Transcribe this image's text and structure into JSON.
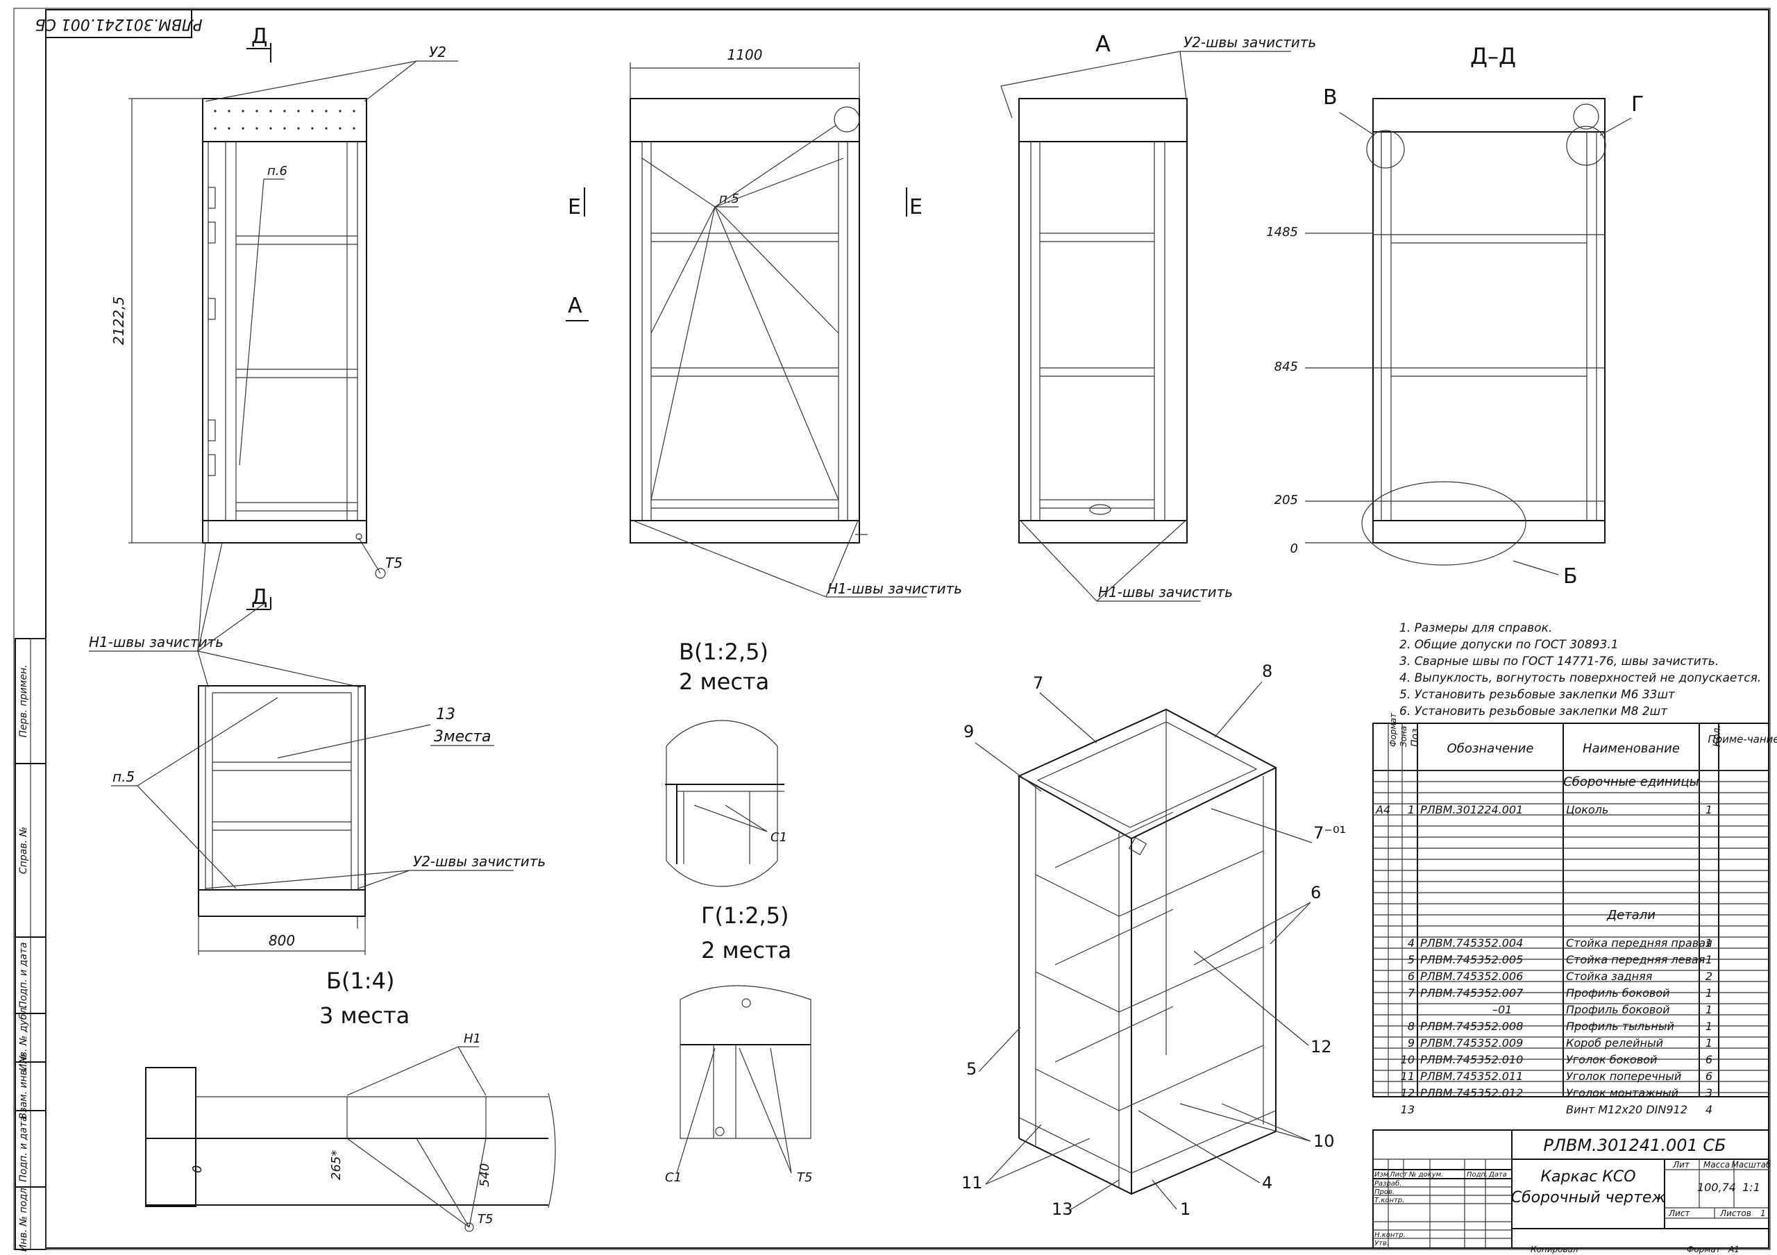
{
  "stamp_top": "РЛВМ.301241.001 СБ",
  "views": {
    "left_view": {
      "label_D": "Д",
      "label_D2": "Д",
      "dim_height": "2122,5",
      "callout_u2": "У2",
      "callout_p6": "п.6",
      "callout_t5": "Т5",
      "callout_h1": "Н1-швы зачистить"
    },
    "front_view": {
      "dim_width": "1100",
      "label_E1": "Е",
      "label_E2": "Е",
      "label_A": "А",
      "callout_p5": "п.5",
      "callout_h1": "Н1-швы зачистить"
    },
    "view_A": {
      "label": "А",
      "callout_u2": "У2-швы зачистить",
      "callout_h1": "Н1-швы зачистить"
    },
    "section_DD": {
      "label": "Д–Д",
      "label_B": "В",
      "label_G": "Г",
      "label_Bb": "Б",
      "dims": [
        "1485",
        "845",
        "205",
        "0"
      ]
    },
    "top_view": {
      "callout_p5": "п.5",
      "callout_13": "13",
      "callout_13b": "3места",
      "callout_u2": "У2-швы зачистить",
      "dim_width": "800"
    },
    "detail_V": {
      "title": "В(1:2,5)",
      "subtitle": "2 места",
      "callout": "С1"
    },
    "detail_G": {
      "title": "Г(1:2,5)",
      "subtitle": "2 места",
      "callout_c1": "С1",
      "callout_t5": "Т5"
    },
    "detail_B": {
      "title": "Б(1:4)",
      "subtitle": "3 места",
      "callout_h1": "Н1",
      "callout_t5": "Т5",
      "dims": [
        "0",
        "265*",
        "540"
      ]
    },
    "iso": {
      "labels": [
        "7",
        "8",
        "9",
        "7⁻⁰¹",
        "6",
        "5",
        "12",
        "11",
        "10",
        "4",
        "13",
        "1"
      ]
    }
  },
  "notes": [
    "1. Размеры для справок.",
    "2. Общие допуски по ГОСТ 30893.1",
    "3. Сварные швы по ГОСТ 14771-76, швы зачистить.",
    "4. Выпуклость, вогнутость поверхностей не допускается.",
    "5. Установить резьбовые заклепки М6 33шт",
    "6. Установить резьбовые заклепки М8 2шт"
  ],
  "spec": {
    "headers": [
      "Формат",
      "Зона",
      "Поз.",
      "Обозначение",
      "Наименование",
      "Кол.",
      "Приме-чание"
    ],
    "section1": "Сборочные единицы",
    "section2": "Детали",
    "rows1": [
      {
        "fmt": "А4",
        "pos": "1",
        "des": "РЛВМ.301224.001",
        "name": "Цоколь",
        "qty": "1"
      }
    ],
    "rows2": [
      {
        "pos": "4",
        "des": "РЛВМ.745352.004",
        "name": "Стойка передняя правая",
        "qty": "1"
      },
      {
        "pos": "5",
        "des": "РЛВМ.745352.005",
        "name": "Стойка передняя левая",
        "qty": "1"
      },
      {
        "pos": "6",
        "des": "РЛВМ.745352.006",
        "name": "Стойка задняя",
        "qty": "2"
      },
      {
        "pos": "7",
        "des": "РЛВМ.745352.007",
        "name": "Профиль боковой",
        "qty": "1"
      },
      {
        "pos": "",
        "des": "–01",
        "name": "Профиль боковой",
        "qty": "1"
      },
      {
        "pos": "8",
        "des": "РЛВМ.745352.008",
        "name": "Профиль тыльный",
        "qty": "1"
      },
      {
        "pos": "9",
        "des": "РЛВМ.745352.009",
        "name": "Короб релейный",
        "qty": "1"
      },
      {
        "pos": "10",
        "des": "РЛВМ.745352.010",
        "name": "Уголок боковой",
        "qty": "6"
      },
      {
        "pos": "11",
        "des": "РЛВМ.745352.011",
        "name": "Уголок поперечный",
        "qty": "6"
      },
      {
        "pos": "12",
        "des": "РЛВМ.745352.012",
        "name": "Уголок монтажный",
        "qty": "3"
      },
      {
        "pos": "13",
        "des": "",
        "name": "Винт М12х20 DIN912",
        "qty": "4"
      }
    ]
  },
  "title_block": {
    "designation": "РЛВМ.301241.001 СБ",
    "name1": "Каркас КСО",
    "name2": "Сборочный чертеж",
    "lit": "Лит",
    "mass_h": "Масса",
    "scale_h": "Масштаб",
    "mass": "100,74",
    "scale": "1:1",
    "sheet": "Лист",
    "sheets": "Листов",
    "sheets_n": "1",
    "col_izm": "Изм",
    "col_list": "Лист",
    "col_doc": "№ докум.",
    "col_sign": "Подп.",
    "col_date": "Дата",
    "roles": [
      "Разраб.",
      "Пров.",
      "Т.контр.",
      "",
      "Н.контр.",
      "Утв."
    ],
    "copied": "Копировал",
    "format_h": "Формат",
    "format": "А1"
  },
  "side_strip": [
    "Перв. примен.",
    "Справ. №",
    "Подп. и дата",
    "Инв. № дубл.",
    "Взам. инв. №",
    "Подп. и дата",
    "Инв. № подл."
  ]
}
